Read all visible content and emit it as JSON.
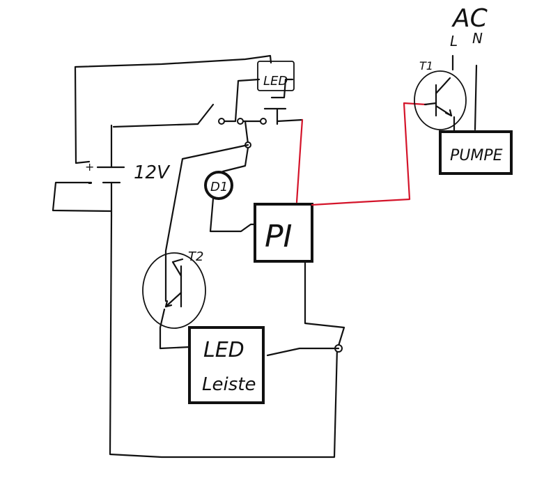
{
  "labels": {
    "ac": "AC",
    "line": "L",
    "neutral": "N",
    "t1": "T1",
    "t2": "T2",
    "pumpe": "PUMPE",
    "led_top": "LED",
    "d1": "D1",
    "pi": "PI",
    "led_strip_line1": "LED",
    "led_strip_line2": "Leiste",
    "voltage": "12V",
    "plus": "+",
    "minus": "-"
  },
  "colors": {
    "ink": "#111111",
    "signal_wire": "#d4142a"
  }
}
